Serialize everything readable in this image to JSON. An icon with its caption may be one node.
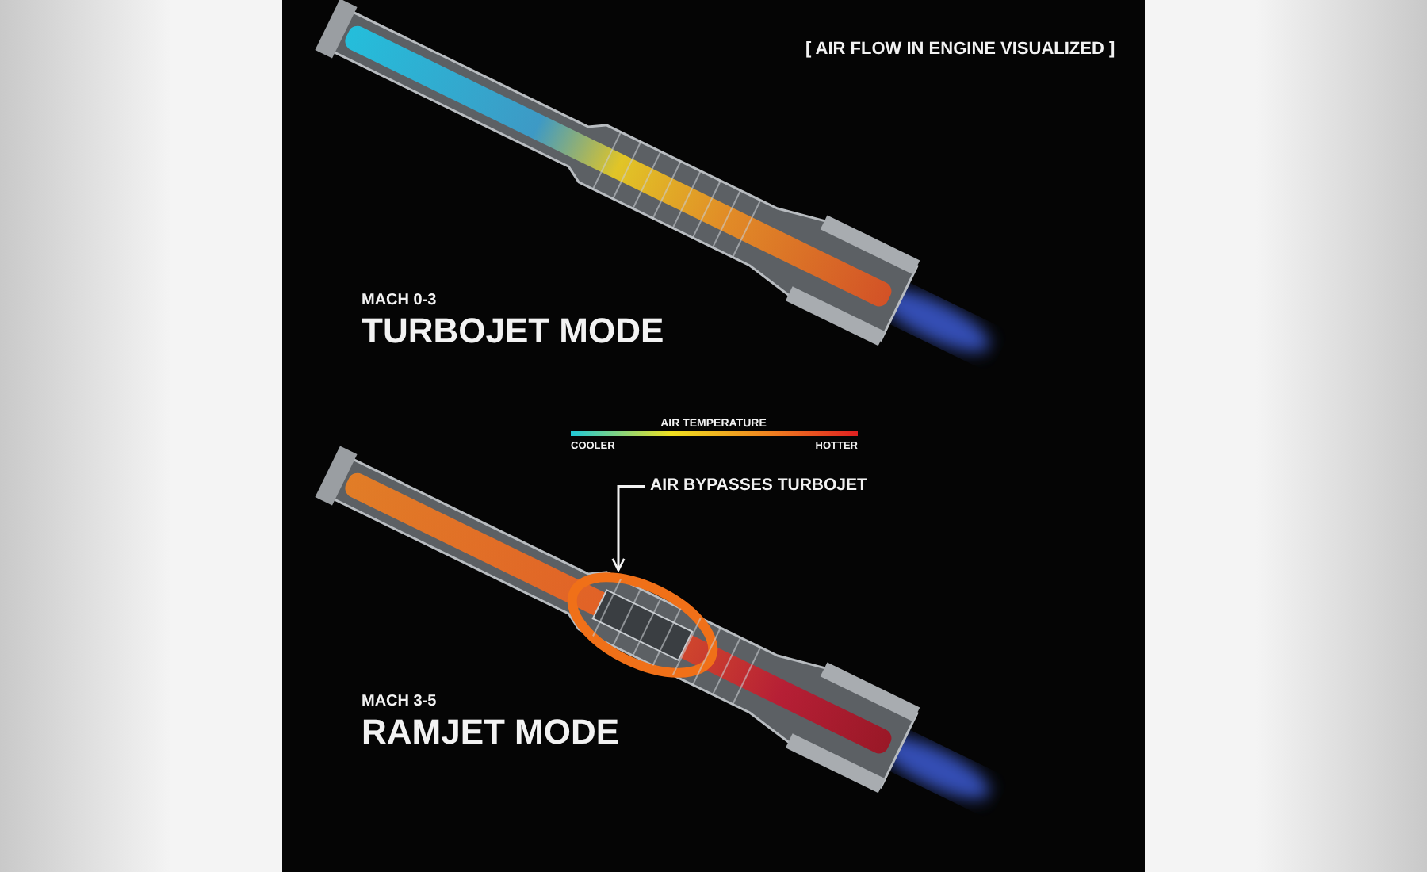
{
  "diagram": {
    "title": "[ AIR FLOW IN ENGINE VISUALIZED ]",
    "nodes": [
      {
        "text": [
          "AIR BYPASSES TURBOJET"
        ]
      },
      {
        "text": [],
        "shape": "ellipse"
      }
    ],
    "edges": [
      {
        "from": 0,
        "to": 1,
        "arrow": "to"
      }
    ],
    "labels": [
      "MACH 0-3",
      "TURBOJET MODE",
      "AIR TEMPERATURE",
      "COOLER",
      "HOTTER",
      "MACH 3-5",
      "RAMJET MODE"
    ]
  }
}
